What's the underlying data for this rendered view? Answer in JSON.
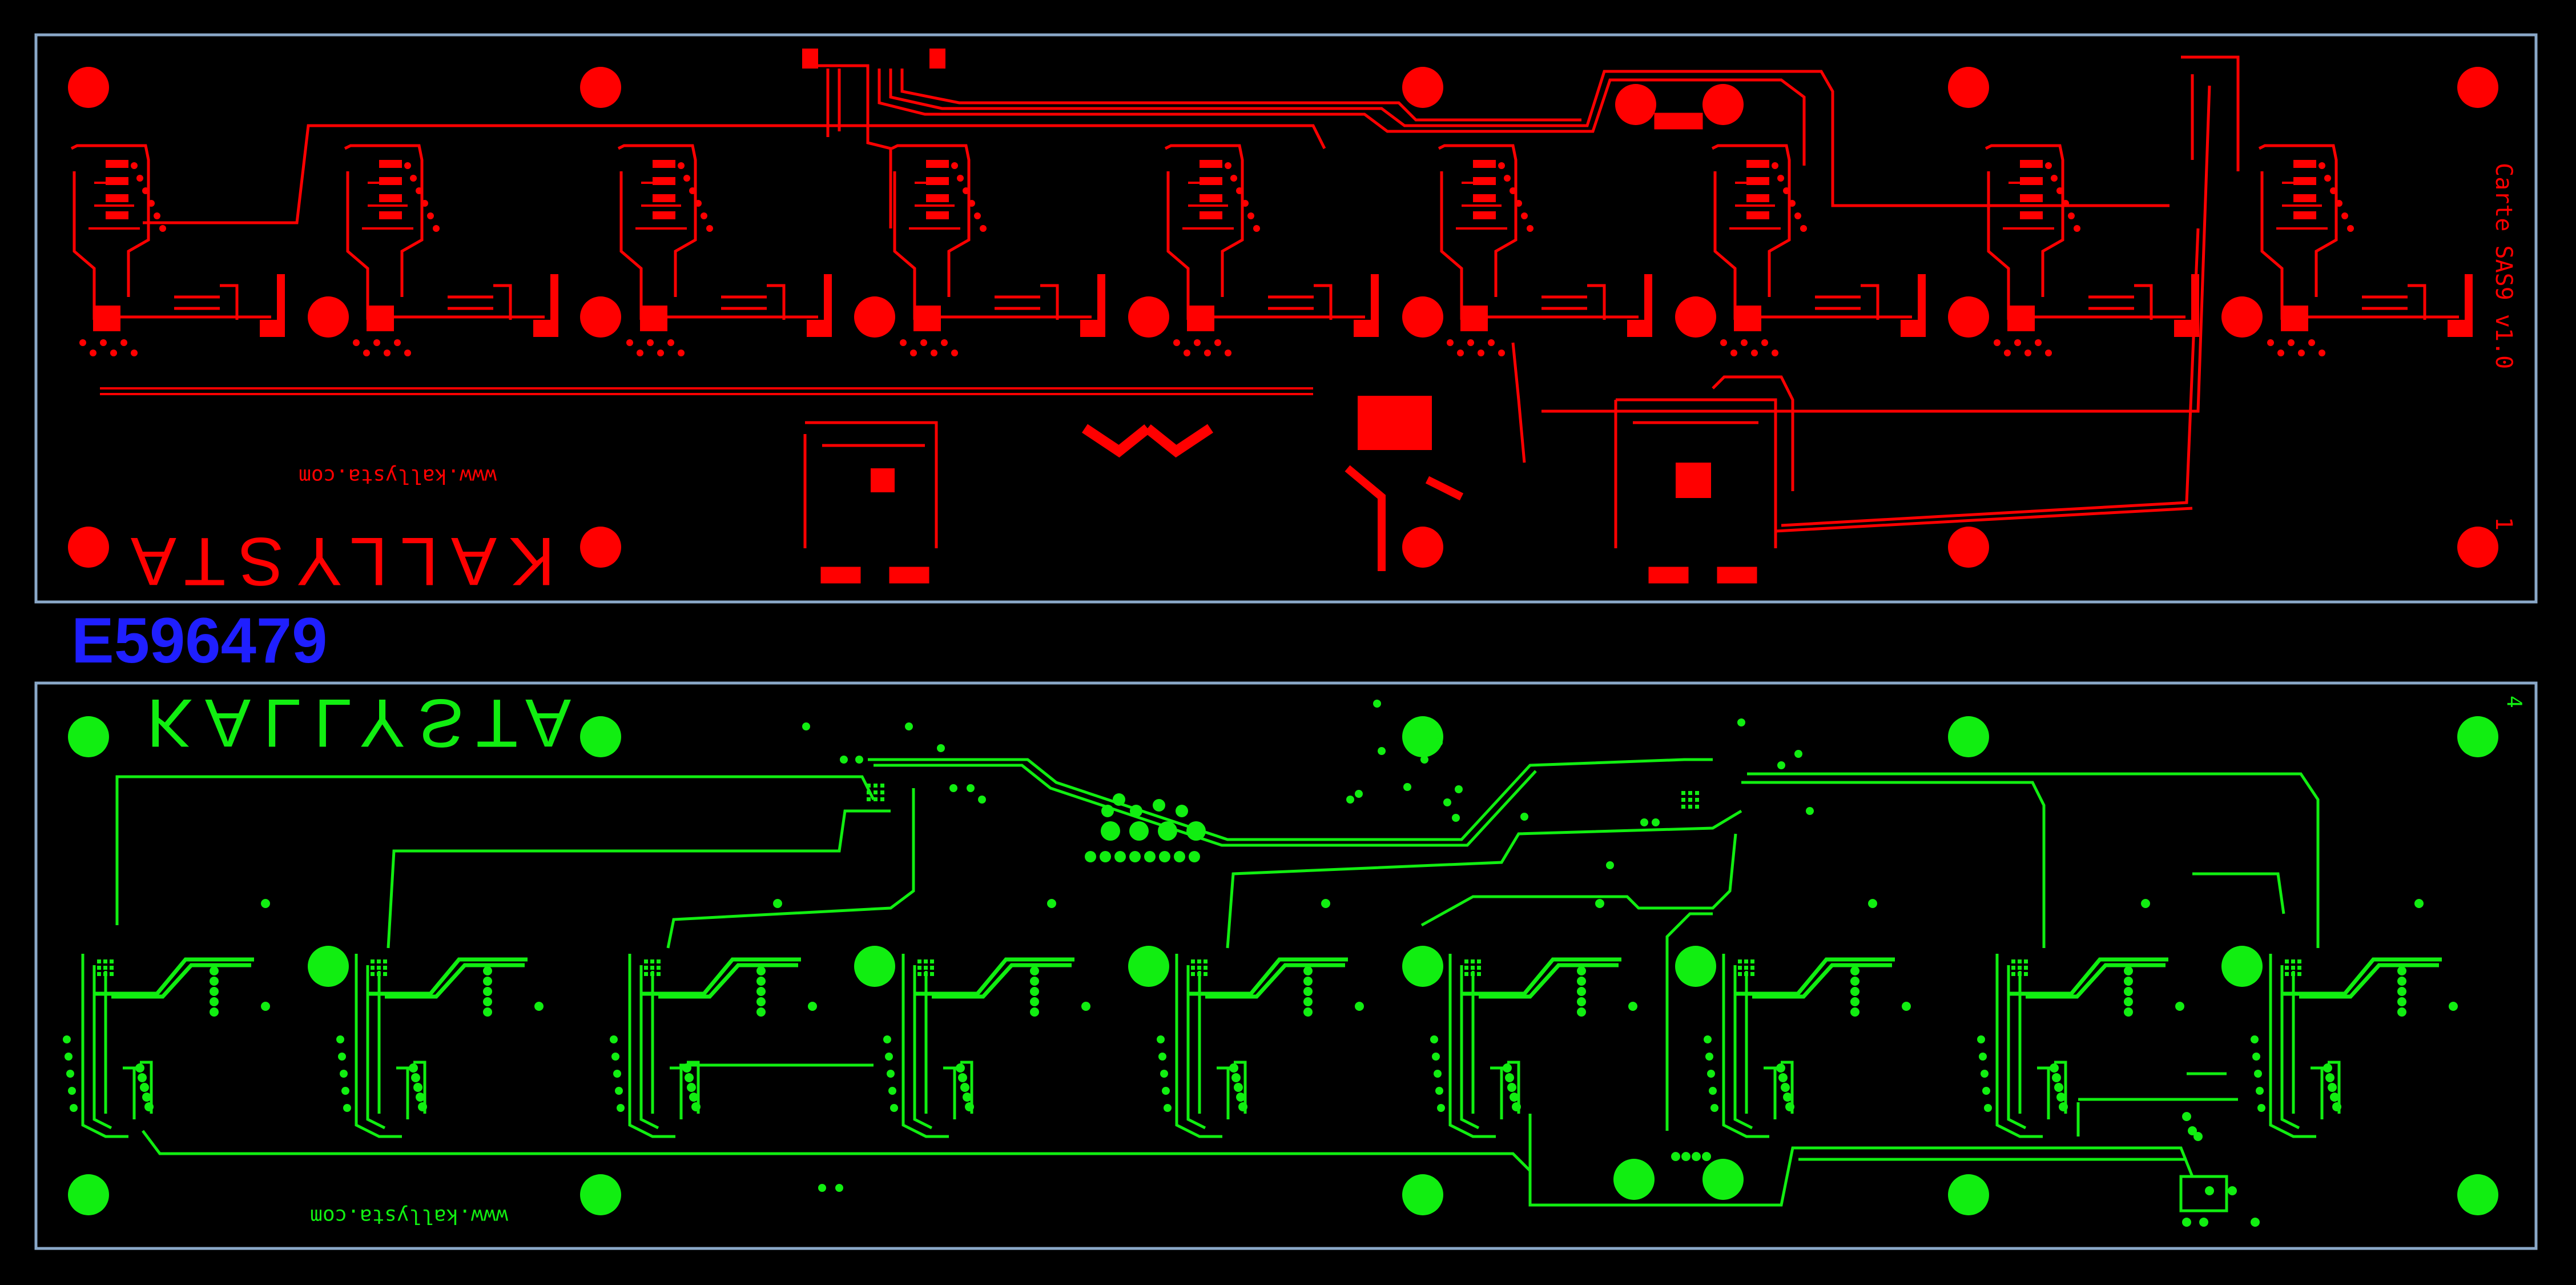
{
  "top_layer": {
    "brand": "KALLYSTA",
    "url": "www.kallysta.com",
    "board_label": "Carte SAS9 v1.0",
    "layer_number": "1",
    "color": "#ff0000"
  },
  "lot_code": {
    "text": "E596479",
    "color": "#1f1fff"
  },
  "bottom_layer": {
    "brand": "KALLYSTA",
    "url": "www.kallysta.com",
    "layer_number": "4",
    "color": "#11ee11"
  },
  "outline_color": "#8aa8c8",
  "channel_count": 9
}
